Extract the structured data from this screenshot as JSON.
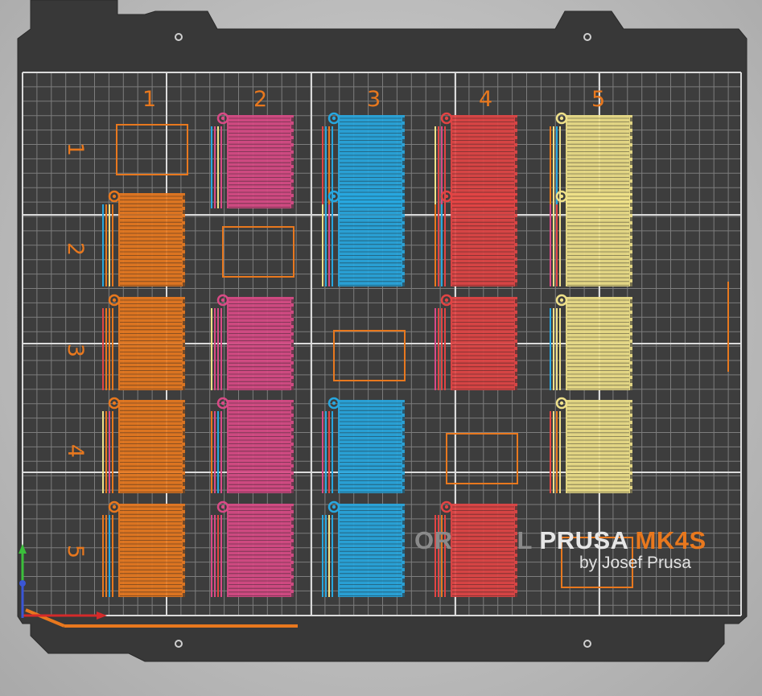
{
  "bed": {
    "brand_prefix": "OR",
    "brand_suffix": "L",
    "brand_name": "PRUSA",
    "model": "MK4S",
    "byline": "by Josef Prusa"
  },
  "grid": {
    "column_labels": [
      "1",
      "2",
      "3",
      "4",
      "5"
    ],
    "row_labels": [
      "1",
      "2",
      "3",
      "4",
      "5"
    ]
  },
  "colors": {
    "bed": "#3a3a3a",
    "bed_bracket": "#2c2c2c",
    "grid_minor": "#7d7d7d",
    "grid_major": "#dadada",
    "accent_orange": "#e8781e",
    "pink": "#d94a86",
    "blue": "#27a7df",
    "red": "#e24444",
    "yellow": "#efe189",
    "axis_x": "#d42a2a",
    "axis_y": "#3bbf3b",
    "axis_z": "#3a56d6"
  },
  "columns": [
    {
      "label": "1",
      "color": "orange",
      "empty_slot_row": 1
    },
    {
      "label": "2",
      "color": "pink",
      "empty_slot_row": 2
    },
    {
      "label": "3",
      "color": "blue",
      "empty_slot_row": 3
    },
    {
      "label": "4",
      "color": "red",
      "empty_slot_row": 4
    },
    {
      "label": "5",
      "color": "yellow",
      "empty_slot_row": 5
    }
  ]
}
